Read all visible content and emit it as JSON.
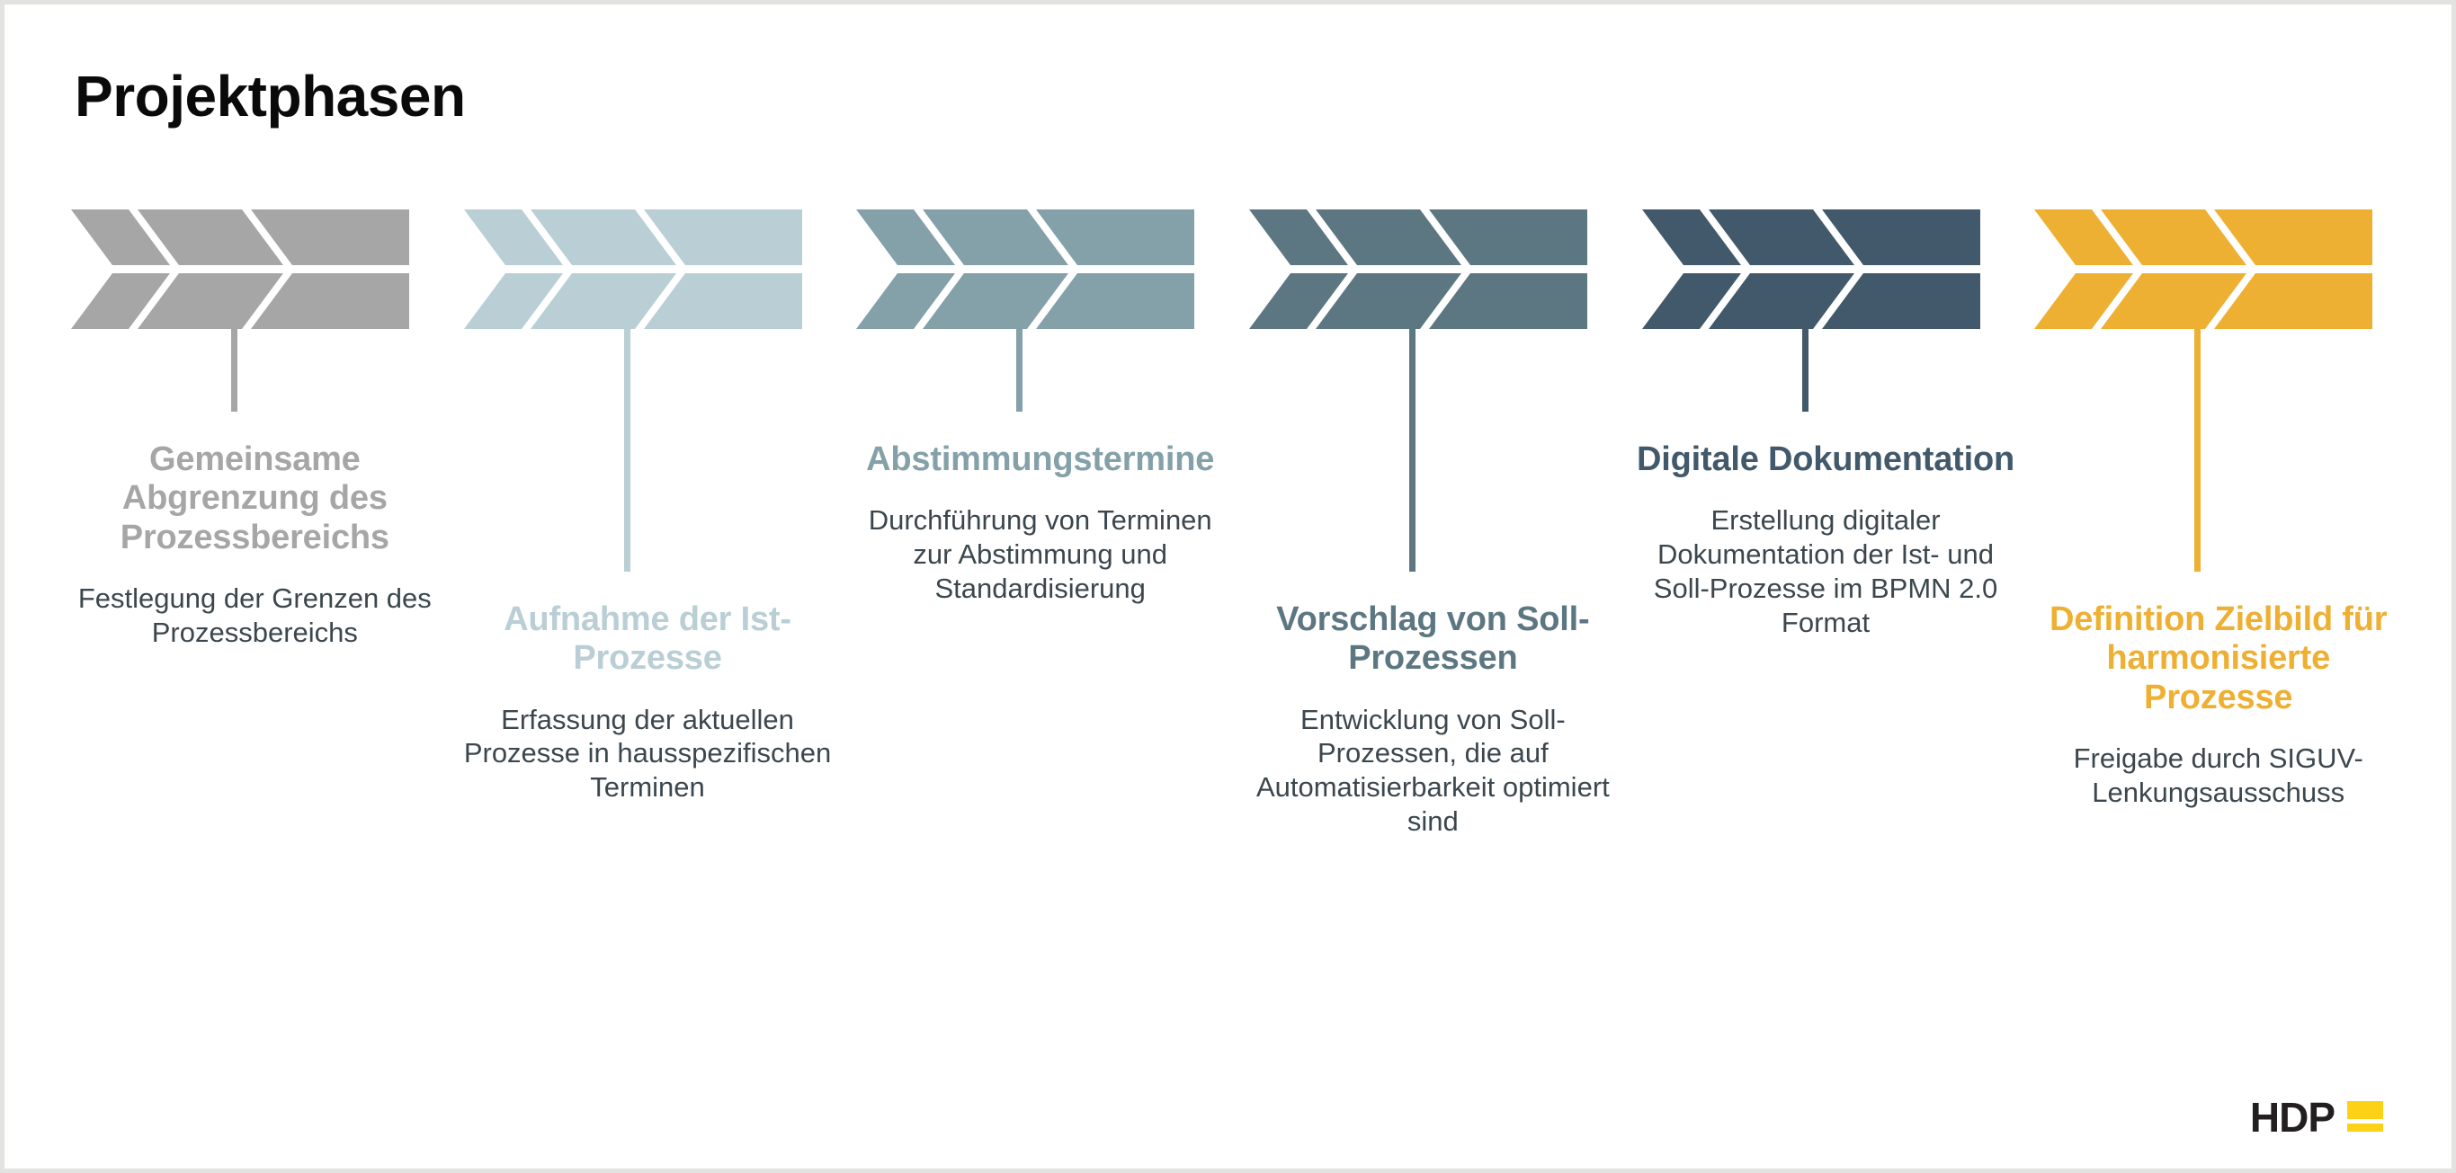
{
  "page_title": "Projektphasen",
  "logo": {
    "wordmark": "HDP",
    "mark_color": "#fcd116",
    "word_color": "#231f20"
  },
  "colors": {
    "phase1": "#a6a6a6",
    "phase2": "#b9ced5",
    "phase3": "#84a0a9",
    "phase4": "#5d7782",
    "phase5": "#41596a",
    "phase6": "#eeb033",
    "body_text": "#3c474d",
    "title_text": "#0a0a0a",
    "frame": "#e3e3e1"
  },
  "phases": [
    {
      "index": 1,
      "title": "Gemeinsame Abgrenzung des Prozessbereichs",
      "description": "Festlegung der Grenzen des Prozessbereichs",
      "color": "#a6a6a6",
      "offset": "short"
    },
    {
      "index": 2,
      "title": "Aufnahme der Ist-Prozesse",
      "description": "Erfassung der aktuellen Prozesse in hausspezifischen Terminen",
      "color": "#b9ced5",
      "offset": "long"
    },
    {
      "index": 3,
      "title": "Abstimmungstermine",
      "description": "Durchführung von Terminen zur Abstimmung und Standardisierung",
      "color": "#84a0a9",
      "offset": "short"
    },
    {
      "index": 4,
      "title": "Vorschlag von Soll-Prozessen",
      "description": "Entwicklung von Soll-Prozessen, die auf Automatisierbarkeit optimiert sind",
      "color": "#5d7782",
      "offset": "long"
    },
    {
      "index": 5,
      "title": "Digitale Dokumentation",
      "description": "Erstellung digitaler Dokumentation der Ist- und Soll-Prozesse im BPMN 2.0 Format",
      "color": "#41596a",
      "offset": "short"
    },
    {
      "index": 6,
      "title": "Definition Zielbild für harmonisierte Prozesse",
      "description": "Freigabe durch SIGUV-Lenkungsausschuss",
      "color": "#eeb033",
      "offset": "long"
    }
  ]
}
